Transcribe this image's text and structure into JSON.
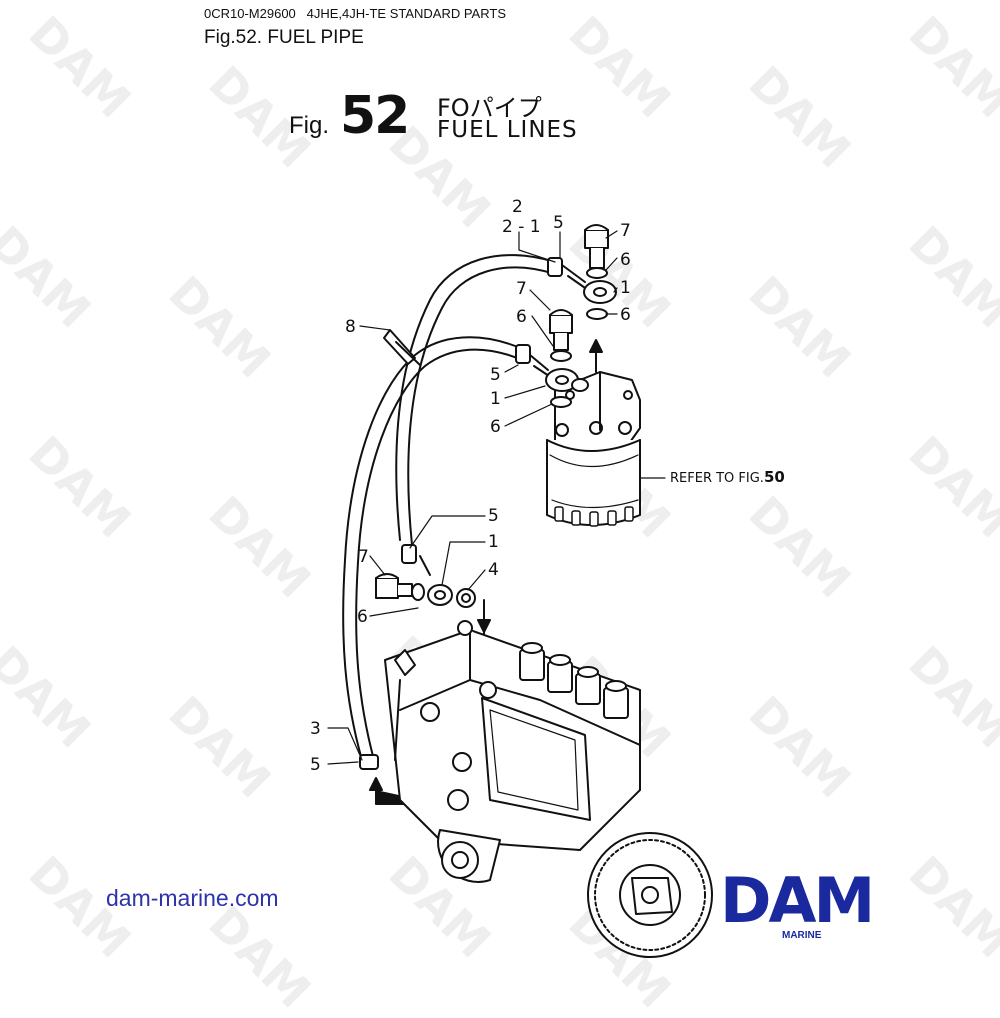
{
  "header": {
    "doc_code": "0CR10-M29600",
    "doc_subject": "4JHE,4JH-TE STANDARD PARTS",
    "figure_title": "Fig.52.  FUEL PIPE"
  },
  "figure": {
    "prefix": "Fig.",
    "number": "52",
    "title_jp": "FOパイプ",
    "title_en": "FUEL LINES",
    "refer_note": "REFER TO FIG.",
    "refer_number": "50"
  },
  "callouts": {
    "c2": "2",
    "c2_1": "2 - 1",
    "c5_top": "5",
    "c7_top": "7",
    "c6_top": "6",
    "c1_top": "1",
    "c6_top2": "6",
    "c8": "8",
    "c7_mid": "7",
    "c6_mid": "6",
    "c5_mid": "5",
    "c1_mid": "1",
    "c6_mid2": "6",
    "c5_low": "5",
    "c1_low": "1",
    "c7_low": "7",
    "c4_low": "4",
    "c6_low": "6",
    "c3": "3",
    "c5_bottom": "5"
  },
  "footer": {
    "website": "dam-marine.com",
    "brand": "DAM",
    "brand_sub": "MARINE"
  },
  "watermark": "DAM",
  "colors": {
    "brand_blue": "#1a2a9e",
    "link_blue": "#2e33a8",
    "line_art": "#111111",
    "watermark": "#eeeeee"
  },
  "icons": [
    "dam-marine-logo"
  ]
}
